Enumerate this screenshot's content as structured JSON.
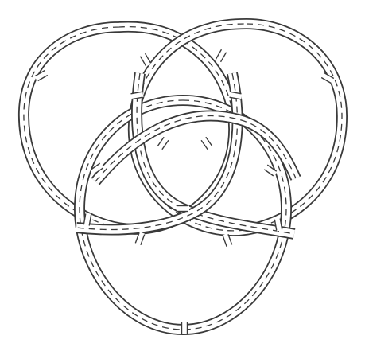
{
  "figure": {
    "background": "#ffffff",
    "ink": "#3a3a3a",
    "band_fill": "#ffffff",
    "shape": "three interlaced double-line rings with dashed centre line",
    "ring_count": 3,
    "inner_trefoil_strands": 3,
    "crossing_style": "over-under"
  }
}
